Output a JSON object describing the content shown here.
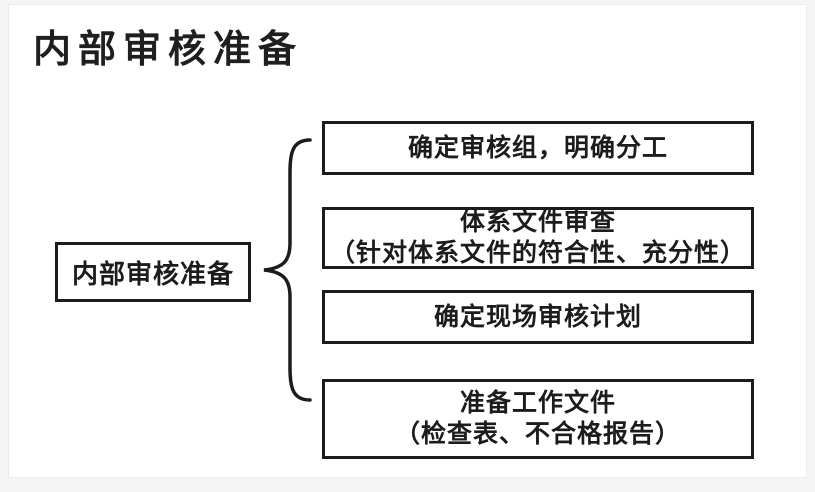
{
  "title": "内部审核准备",
  "diagram": {
    "root_label": "内部审核准备",
    "branches": [
      {
        "lines": [
          "确定审核组，明确分工"
        ]
      },
      {
        "lines": [
          "体系文件审查",
          "（针对体系文件的符合性、充分性）"
        ]
      },
      {
        "lines": [
          "确定现场审核计划"
        ]
      },
      {
        "lines": [
          "准备工作文件",
          "（检查表、不合格报告）"
        ]
      }
    ]
  },
  "colors": {
    "ink": "#1c1c1c",
    "canvas_bg": "#ffffff",
    "page_bg": "#f5f5f6"
  }
}
